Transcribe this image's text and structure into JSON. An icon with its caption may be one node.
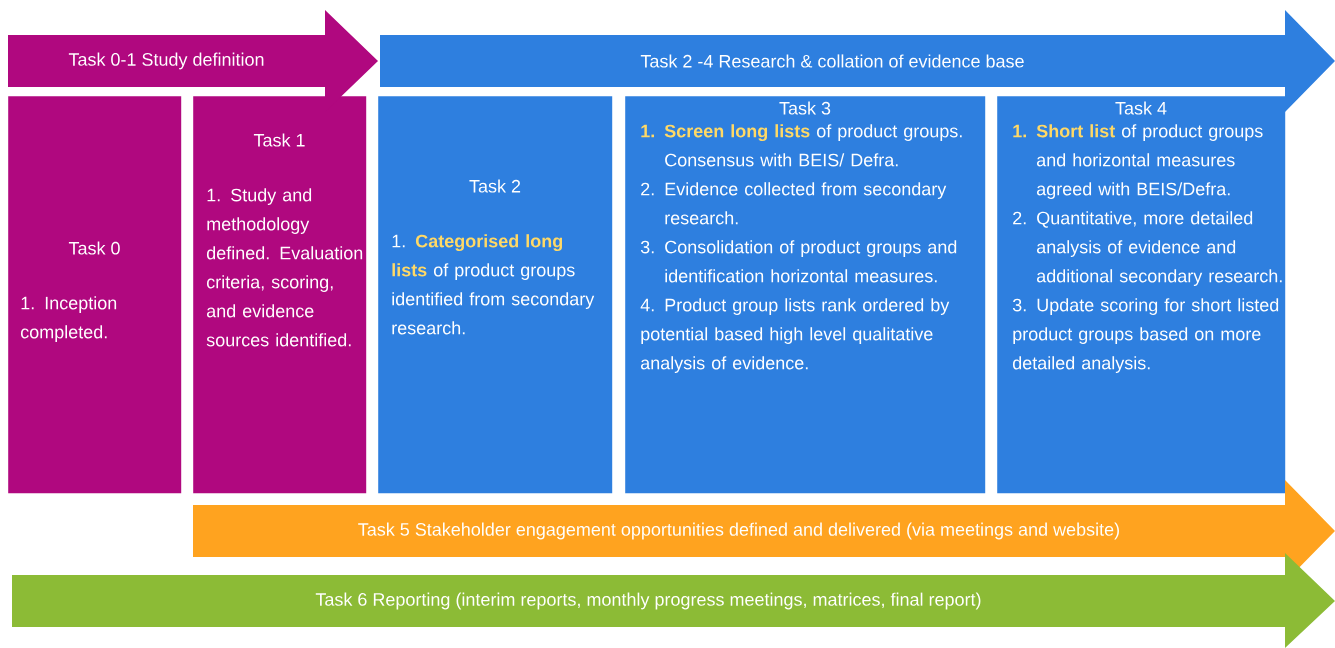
{
  "diagram": {
    "nodes": [
      {
        "text": [
          "Task 0-1 Study definition"
        ]
      },
      {
        "text": [
          "Task 2 -4 Research & collation of evidence base"
        ]
      },
      {
        "text": [
          "Task 0",
          "1. Inception completed."
        ]
      },
      {
        "text": [
          "Task 1",
          "1. Study and methodology defined. Evaluation criteria, scoring, and evidence sources identified."
        ]
      },
      {
        "text": [
          "Task 2",
          "1. **Categorised long lists** of product groups identified from secondary research."
        ]
      },
      {
        "text": [
          "Task 3",
          "**1. Screen long lists** of product groups. Consensus with BEIS/ Defra.",
          "2. Evidence collected from secondary research.",
          "3. Consolidation of product groups and identification horizontal measures.",
          "4. Product group lists rank ordered by potential based high level qualitative analysis of evidence."
        ]
      },
      {
        "text": [
          "Task 4",
          "**1. Short list** of product groups and horizontal measures agreed with BEIS/Defra.",
          "2. Quantitative, more detailed analysis of evidence and additional secondary research.",
          "3. Update scoring for short listed product groups based on more detailed analysis."
        ]
      },
      {
        "text": [
          "Task 5 Stakeholder engagement opportunities defined and delivered (via meetings and website)"
        ]
      },
      {
        "text": [
          "Task 6 Reporting (interim reports, monthly progress meetings, matrices, final report)"
        ]
      }
    ]
  }
}
